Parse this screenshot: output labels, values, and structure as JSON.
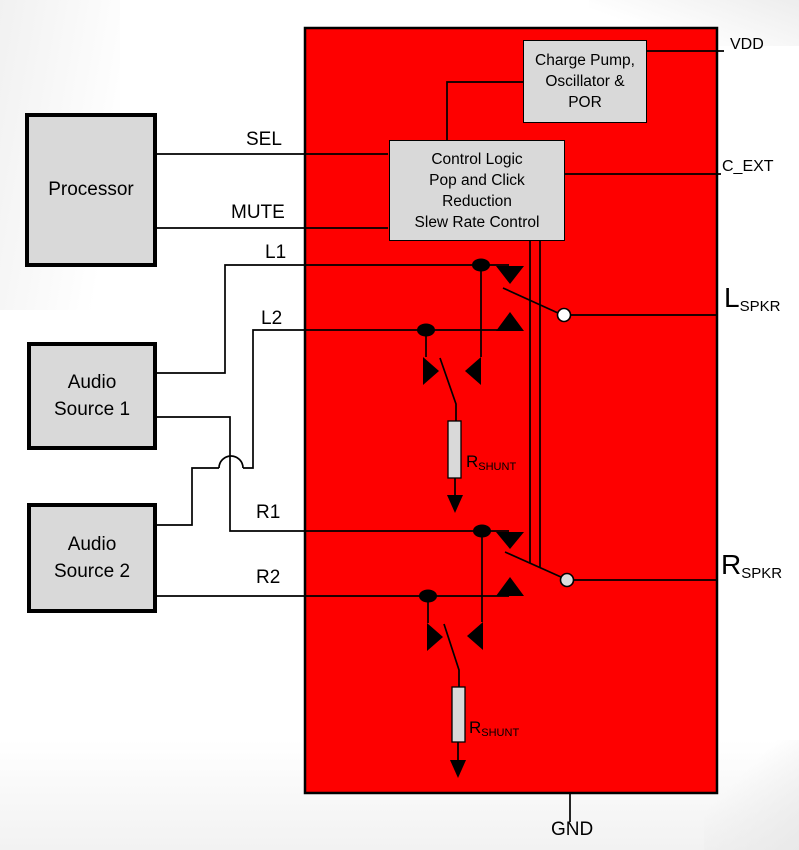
{
  "blocks": {
    "processor": {
      "label": "Processor"
    },
    "audio_source_1": {
      "line1": "Audio",
      "line2": "Source 1"
    },
    "audio_source_2": {
      "line1": "Audio",
      "line2": "Source 2"
    },
    "charge_pump": {
      "line1": "Charge Pump,",
      "line2": "Oscillator &",
      "line3": "POR"
    },
    "control_logic": {
      "line1": "Control Logic",
      "line2": "Pop and Click",
      "line3": "Reduction",
      "line4": "Slew Rate Control"
    }
  },
  "signals": {
    "sel": "SEL",
    "mute": "MUTE",
    "l1": "L1",
    "l2": "L2",
    "r1": "R1",
    "r2": "R2"
  },
  "pins": {
    "vdd": "VDD",
    "c_ext": "C_EXT",
    "l_spkr": {
      "main": "L",
      "sub": "SPKR"
    },
    "r_spkr": {
      "main": "R",
      "sub": "SPKR"
    },
    "gnd": "GND"
  },
  "components": {
    "r_shunt_left": {
      "main": "R",
      "sub": "SHUNT"
    },
    "r_shunt_right": {
      "main": "R",
      "sub": "SHUNT"
    }
  },
  "colors": {
    "ic_red": "#fe0000",
    "box_gray": "#d9d9d9",
    "wire_black": "#000000",
    "contact_white": "#ffffff",
    "contact_gray": "#dcdcdc"
  }
}
